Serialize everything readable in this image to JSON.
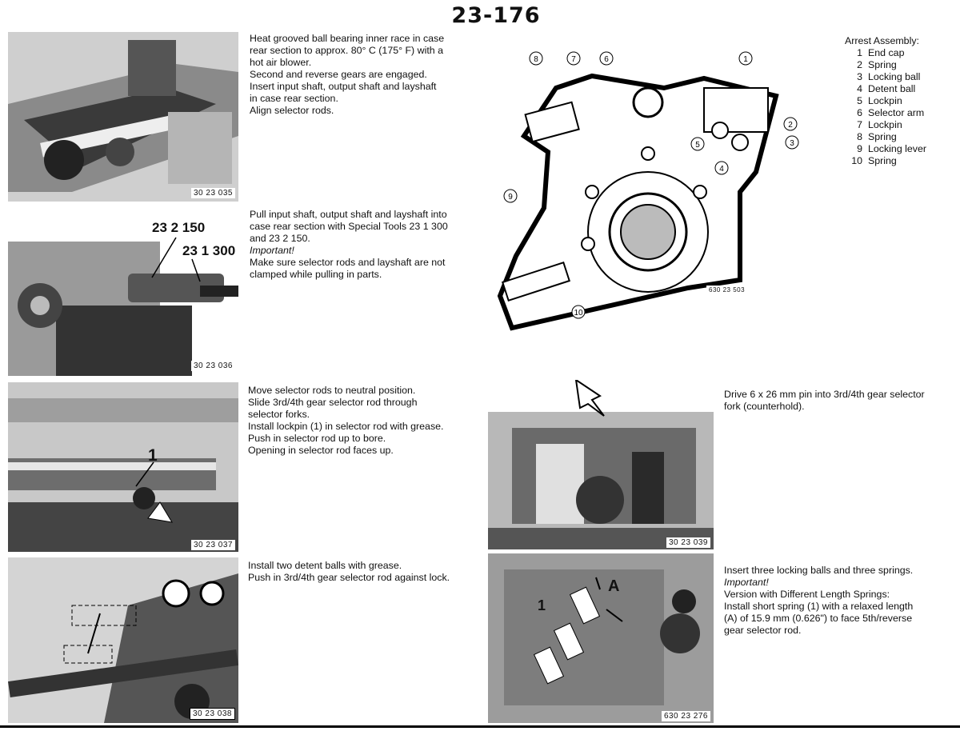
{
  "page": {
    "title": "23-176"
  },
  "steps": [
    {
      "figure_code": "30 23 035",
      "lines": [
        "Heat grooved ball bearing inner race in case",
        "rear section to approx. 80° C (175° F) with a",
        "hot air blower.",
        "Second and reverse gears are engaged.",
        "Insert input shaft, output shaft and layshaft",
        "in case rear section.",
        "Align selector rods."
      ]
    },
    {
      "figure_code": "30 23 036",
      "callouts": [
        "23 2 150",
        "23 1 300"
      ],
      "lines": [
        "Pull input shaft, output shaft and layshaft into",
        "case rear section with Special Tools 23 1 300",
        "and 23 2 150."
      ],
      "important": "Important!",
      "lines2": [
        "Make sure selector rods and layshaft are not",
        "clamped while pulling in parts."
      ]
    },
    {
      "figure_code": "30 23 037",
      "callouts": [
        "1"
      ],
      "lines": [
        "Move selector rods to neutral position.",
        "Slide 3rd/4th gear selector rod through",
        "selector forks.",
        "Install lockpin (1) in selector rod with grease.",
        "Push in selector rod up to bore.",
        "Opening in selector rod faces up."
      ]
    },
    {
      "figure_code": "30 23 038",
      "lines": [
        "Install two detent balls with grease.",
        "Push in 3rd/4th gear selector rod against lock."
      ]
    },
    {
      "figure_code": "30 23 039",
      "lines": [
        "Drive 6 x 26 mm pin into 3rd/4th gear selector",
        "fork (counterhold)."
      ]
    },
    {
      "figure_code": "630 23 276",
      "callouts": [
        "1",
        "A"
      ],
      "lines": [
        "Insert three locking balls and three springs."
      ],
      "important": "Important!",
      "lines2": [
        "Version with Different Length Springs:",
        "Install short spring (1) with a relaxed length",
        "(A) of 15.9 mm (0.626\") to face 5th/reverse",
        "gear selector rod."
      ]
    }
  ],
  "diagram": {
    "figure_code": "630 23 503",
    "labels": [
      "1",
      "2",
      "3",
      "4",
      "5",
      "6",
      "7",
      "8",
      "9",
      "10"
    ]
  },
  "legend": {
    "title": "Arrest Assembly:",
    "items": [
      {
        "num": "1",
        "label": "End cap"
      },
      {
        "num": "2",
        "label": "Spring"
      },
      {
        "num": "3",
        "label": "Locking ball"
      },
      {
        "num": "4",
        "label": "Detent ball"
      },
      {
        "num": "5",
        "label": "Lockpin"
      },
      {
        "num": "6",
        "label": "Selector arm"
      },
      {
        "num": "7",
        "label": "Lockpin"
      },
      {
        "num": "8",
        "label": "Spring"
      },
      {
        "num": "9",
        "label": "Locking lever"
      },
      {
        "num": "10",
        "label": "Spring"
      }
    ]
  }
}
